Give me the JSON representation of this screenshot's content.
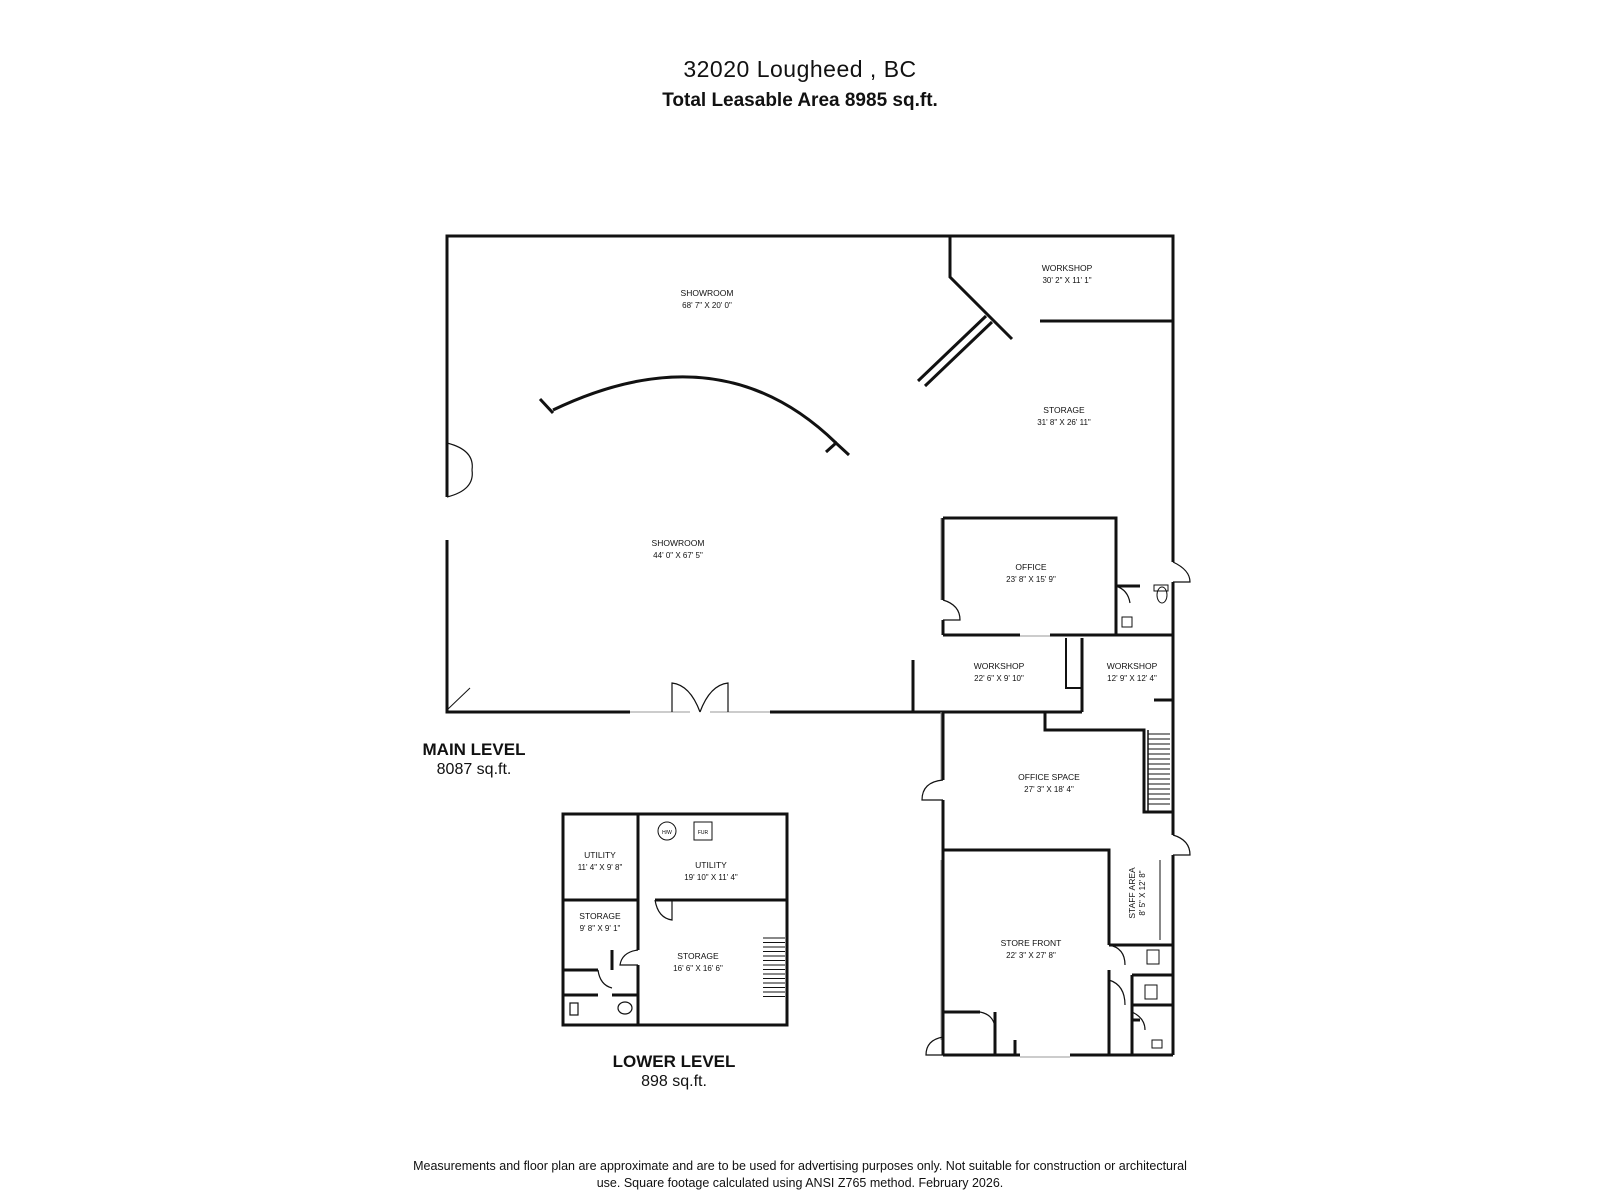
{
  "header": {
    "title": "32020 Lougheed , BC",
    "subtitle": "Total Leasable Area  8985 sq.ft."
  },
  "main_level": {
    "name": "MAIN LEVEL",
    "area": "8087 sq.ft.",
    "rooms": {
      "showroom_top": {
        "name": "SHOWROOM",
        "dims": "68' 7\" X 20' 0\""
      },
      "workshop_top": {
        "name": "WORKSHOP",
        "dims": "30' 2\" X 11' 1\""
      },
      "storage": {
        "name": "STORAGE",
        "dims": "31' 8\" X 26' 11\""
      },
      "showroom_main": {
        "name": "SHOWROOM",
        "dims": "44' 0\" X 67' 5\""
      },
      "office": {
        "name": "OFFICE",
        "dims": "23' 8\" X 15' 9\""
      },
      "workshop_mid": {
        "name": "WORKSHOP",
        "dims": "22' 6\" X 9' 10\""
      },
      "workshop_small": {
        "name": "WORKSHOP",
        "dims": "12' 9\" X 12' 4\""
      },
      "office_space": {
        "name": "OFFICE SPACE",
        "dims": "27' 3\" X 18' 4\""
      },
      "staff_area": {
        "name": "STAFF AREA",
        "dims": "8' 5\" X 12' 8\""
      },
      "store_front": {
        "name": "STORE FRONT",
        "dims": "22' 3\" X 27' 8\""
      }
    }
  },
  "lower_level": {
    "name": "LOWER LEVEL",
    "area": "898 sq.ft.",
    "rooms": {
      "utility_small": {
        "name": "UTILITY",
        "dims": "11' 4\" X 9' 8\""
      },
      "utility_large": {
        "name": "UTILITY",
        "dims": "19' 10\" X 11' 4\""
      },
      "storage_small": {
        "name": "STORAGE",
        "dims": "9' 8\" X 9' 1\""
      },
      "storage_large": {
        "name": "STORAGE",
        "dims": "16' 6\" X 16' 6\""
      }
    },
    "fixtures": {
      "hot_water": "H/W",
      "furnace": "FUR"
    }
  },
  "disclaimer": {
    "line1": "Measurements and floor plan are approximate and are to be used for advertising purposes only. Not suitable for construction or architectural",
    "line2": "use. Square footage calculated using ANSI Z765 method. February 2026."
  }
}
